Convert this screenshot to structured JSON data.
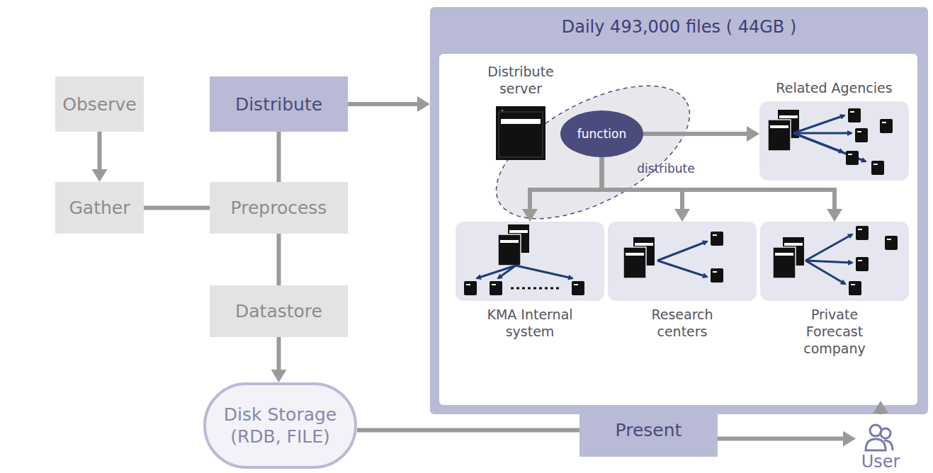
{
  "diagram": {
    "title": "Daily 493,000 files ( 44GB )",
    "nodes": [
      {
        "text": [
          "Observe"
        ]
      },
      {
        "text": [
          "Gather"
        ]
      },
      {
        "text": [
          "Distribute"
        ]
      },
      {
        "text": [
          "Preprocess"
        ]
      },
      {
        "text": [
          "Datastore"
        ]
      },
      {
        "text": [
          "Disk Storage (RDB, FILE)"
        ]
      },
      {
        "text": [
          "Present"
        ]
      },
      {
        "text": [
          "User"
        ]
      },
      {
        "text": [
          "Daily 493,000 files ( 44GB )"
        ]
      },
      {
        "text": [
          "function"
        ],
        "in": 8
      },
      {
        "text": [
          "Related Agencies"
        ],
        "in": 8
      },
      {
        "text": [
          "KMA Internal system"
        ],
        "in": 8
      },
      {
        "text": [
          "Research centers"
        ],
        "in": 8
      },
      {
        "text": [
          "Private Forecast company"
        ],
        "in": 8
      }
    ],
    "edges": [
      {
        "from": 0,
        "to": 1,
        "arrow": "to"
      },
      {
        "from": 1,
        "to": 3,
        "arrow": "none"
      },
      {
        "from": 2,
        "to": 3,
        "arrow": "none"
      },
      {
        "from": 3,
        "to": 4,
        "arrow": "none"
      },
      {
        "from": 4,
        "to": 5,
        "arrow": "to"
      },
      {
        "from": 2,
        "to": 8,
        "arrow": "to"
      },
      {
        "from": 9,
        "to": 10,
        "arrow": "to"
      },
      {
        "from": 9,
        "to": 11,
        "arrow": "to"
      },
      {
        "from": 9,
        "to": 12,
        "arrow": "to"
      },
      {
        "from": 9,
        "to": 13,
        "arrow": "to"
      },
      {
        "from": 5,
        "to": 6,
        "arrow": "none"
      },
      {
        "from": 6,
        "to": 7,
        "arrow": "to"
      },
      {
        "from": 8,
        "to": 7,
        "arrow": "to"
      }
    ],
    "labels": [
      "Distribute server",
      "distribute"
    ]
  }
}
